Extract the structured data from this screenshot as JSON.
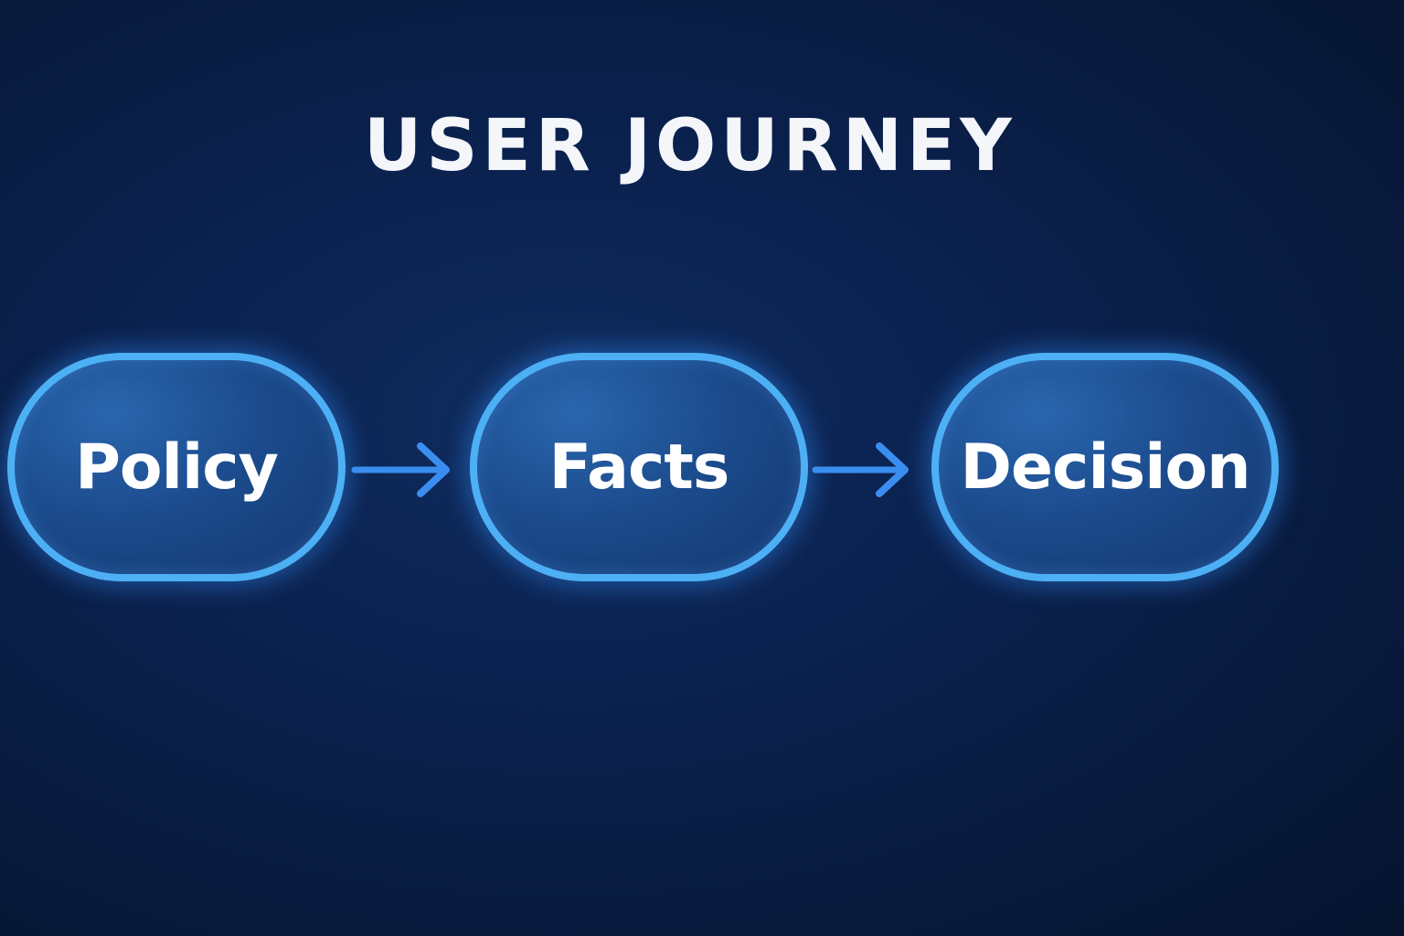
{
  "diagram": {
    "title": "USER JOURNEY",
    "nodes": [
      {
        "id": "policy",
        "label": "Policy"
      },
      {
        "id": "facts",
        "label": "Facts"
      },
      {
        "id": "decision",
        "label": "Decision"
      }
    ],
    "edges": [
      {
        "from": "policy",
        "to": "facts"
      },
      {
        "from": "facts",
        "to": "decision"
      }
    ],
    "colors": {
      "background": "#0b2250",
      "node_border": "#4db0f5",
      "node_fill": "#1c4c8e",
      "arrow": "#3a8ef0",
      "text": "#ffffff"
    }
  }
}
